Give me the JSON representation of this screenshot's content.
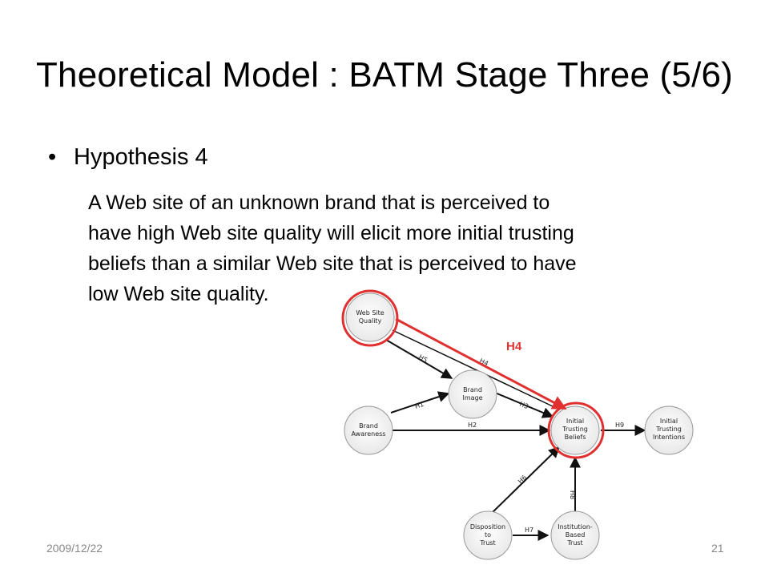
{
  "slide": {
    "title": "Theoretical Model : BATM Stage Three (5/6)",
    "bullet": "Hypothesis 4",
    "body_lines": [
      "A Web site of an unknown brand that is perceived to",
      "have high Web site quality will elicit more initial trusting",
      "beliefs than a similar Web site that is perceived to have",
      "low Web site quality."
    ],
    "footer_date": "2009/12/22",
    "page_number": "21"
  },
  "diagram": {
    "highlight_label": "H4",
    "highlight_color": "#e03030",
    "nodes": {
      "web_site_quality": [
        "Web Site",
        "Quality"
      ],
      "brand_image": [
        "Brand",
        "Image"
      ],
      "brand_awareness": [
        "Brand",
        "Awareness"
      ],
      "initial_trusting_beliefs": [
        "Initial",
        "Trusting",
        "Beliefs"
      ],
      "initial_trusting_intentions": [
        "Initial",
        "Trusting",
        "Intentions"
      ],
      "disposition_to_trust": [
        "Disposition",
        "to",
        "Trust"
      ],
      "institution_based_trust": [
        "Institution-",
        "Based",
        "Trust"
      ]
    },
    "edges": {
      "h5": "H5",
      "h4": "H4",
      "h1": "H1",
      "h3": "H3",
      "h2": "H2",
      "h9": "H9",
      "h6": "H6",
      "h8": "H8",
      "h7": "H7"
    }
  }
}
